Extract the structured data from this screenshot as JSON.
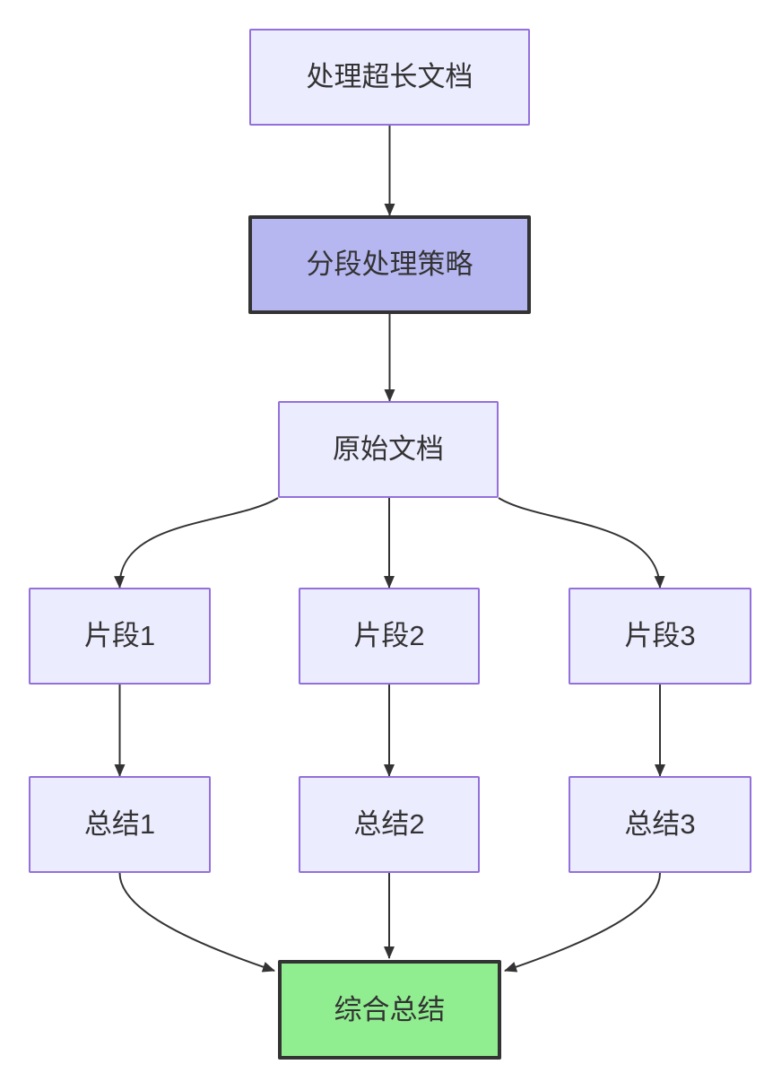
{
  "diagram": {
    "type": "flowchart",
    "direction": "top-down",
    "nodes": [
      {
        "id": "A",
        "label": "处理超长文档",
        "style": "default"
      },
      {
        "id": "B",
        "label": "分段处理策略",
        "style": "strategy"
      },
      {
        "id": "C",
        "label": "原始文档",
        "style": "default"
      },
      {
        "id": "D1",
        "label": "片段1",
        "style": "default"
      },
      {
        "id": "D2",
        "label": "片段2",
        "style": "default"
      },
      {
        "id": "D3",
        "label": "片段3",
        "style": "default"
      },
      {
        "id": "E1",
        "label": "总结1",
        "style": "default"
      },
      {
        "id": "E2",
        "label": "总结2",
        "style": "default"
      },
      {
        "id": "E3",
        "label": "总结3",
        "style": "default"
      },
      {
        "id": "F",
        "label": "综合总结",
        "style": "final"
      }
    ],
    "edges": [
      {
        "from": "A",
        "to": "B"
      },
      {
        "from": "B",
        "to": "C"
      },
      {
        "from": "C",
        "to": "D1"
      },
      {
        "from": "C",
        "to": "D2"
      },
      {
        "from": "C",
        "to": "D3"
      },
      {
        "from": "D1",
        "to": "E1"
      },
      {
        "from": "D2",
        "to": "E2"
      },
      {
        "from": "D3",
        "to": "E3"
      },
      {
        "from": "E1",
        "to": "F"
      },
      {
        "from": "E2",
        "to": "F"
      },
      {
        "from": "E3",
        "to": "F"
      }
    ],
    "colors": {
      "background": "#FFFFFF",
      "node_fill": "#ECECFF",
      "node_border": "#9370DB",
      "strategy_fill": "#B6B6F0",
      "strategy_border": "#333333",
      "final_fill": "#90EE90",
      "final_border": "#333333",
      "edge": "#333333",
      "text": "#333333"
    }
  }
}
